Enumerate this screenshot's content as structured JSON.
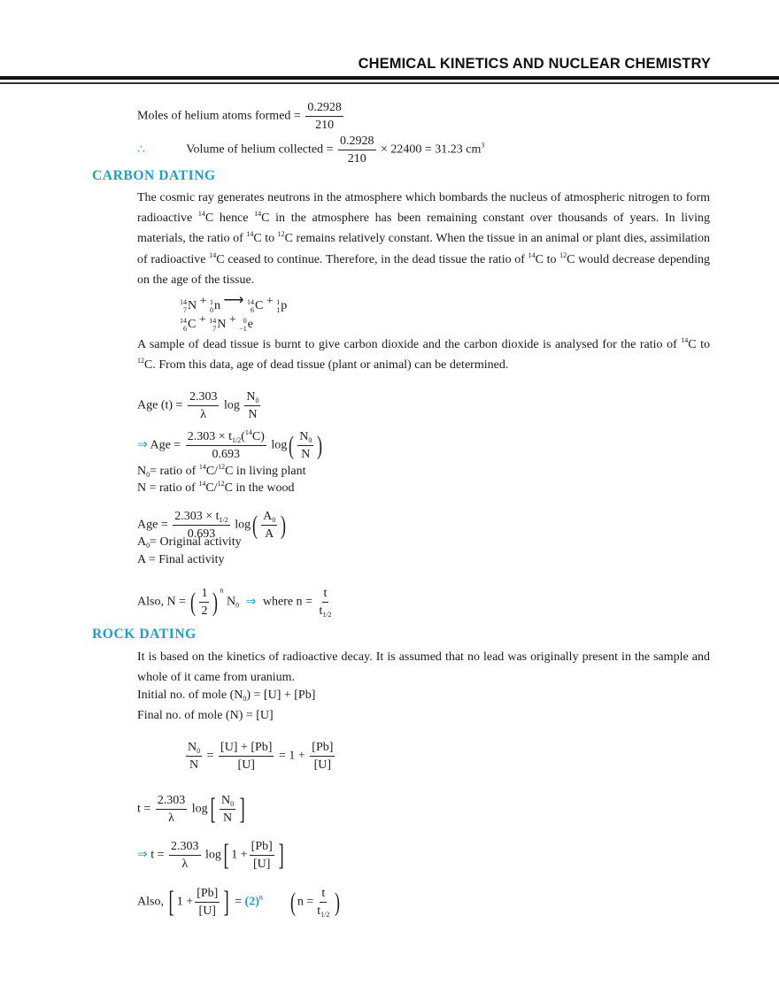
{
  "header": {
    "title": "CHEMICAL KINETICS AND NUCLEAR CHEMISTRY"
  },
  "top_calc": {
    "moles_label": "Moles of helium atoms formed =",
    "moles_num": "0.2928",
    "moles_den": "210",
    "therefore_symbol": "∴",
    "volume_label": "Volume of helium collected =",
    "volume_num": "0.2928",
    "volume_den": "210",
    "volume_tail": "× 22400 = 31.23 cm",
    "volume_unit_sup": "3"
  },
  "carbon_dating": {
    "heading": "CARBON DATING",
    "para1": {
      "t1": "The cosmic ray generates neutrons in the atmosphere which bombards the nucleus of atmospheric nitrogen to form radioactive ",
      "s1": "14",
      "t2": "C hence ",
      "s2": "14",
      "t3": "C in the atmosphere has been remaining constant over thousands of years. In living materials, the ratio of ",
      "s3": "14",
      "t4": "C to ",
      "s4": "12",
      "t5": "C remains relatively constant. When the tissue in an animal or plant dies, assimilation of radioactive ",
      "s5": "14",
      "t6": "C ceased to continue. Therefore, in the dead tissue the ratio of ",
      "s6": "14",
      "t7": "C to ",
      "s7": "12",
      "t8": "C would decrease depending on the age of the tissue."
    },
    "reaction1": {
      "a_mass": "14",
      "a_z": "7",
      "a_sym": "N",
      "plus1": "+",
      "b_mass": "1",
      "b_z": "0",
      "b_sym": "n",
      "arrow": "⟶",
      "c_mass": "14",
      "c_z": "6",
      "c_sym": "C",
      "plus2": "+",
      "d_mass": "1",
      "d_z": "1",
      "d_sym": "p"
    },
    "reaction2": {
      "a_mass": "14",
      "a_z": "6",
      "a_sym": "C",
      "plus1": "+",
      "b_mass": "14",
      "b_z": "7",
      "b_sym": "N",
      "plus2": "+",
      "c_mass": "0",
      "c_z": "−1",
      "c_sym": "e"
    },
    "para2": {
      "t1": "A sample of dead tissue is burnt to give carbon dioxide and the carbon dioxide is analysed for the ratio of ",
      "s1": "14",
      "t2": "C to ",
      "s2": "12",
      "t3": "C. From this data, age of dead tissue (plant or animal) can be determined."
    },
    "eq_age1": {
      "lhs": "Age (t) =",
      "num": "2.303",
      "den": "λ",
      "log": "log",
      "n0": "N",
      "n0_sub": "0",
      "n": "N"
    },
    "eq_age2": {
      "implies": "⇒",
      "lhs": "Age =",
      "num_a": "2.303 × t",
      "num_sub": "1/2",
      "num_b": "(",
      "num_sup": "14",
      "num_c": "C)",
      "den": "0.693",
      "log": "log",
      "n0": "N",
      "n0_sub": "0",
      "n": "N"
    },
    "def_n0": {
      "a": "N",
      "sub": "0",
      "b": "= ratio of ",
      "s1": "14",
      "c": "C/",
      "s2": "12",
      "d": "C in living plant"
    },
    "def_n": {
      "a": "N = ratio of ",
      "s1": "14",
      "c": "C/",
      "s2": "12",
      "d": "C in the wood"
    },
    "eq_age3": {
      "lhs": "Age =",
      "num_a": "2.303 × t",
      "num_sub": "1/2",
      "den": "0.693",
      "log": "log",
      "a0": "A",
      "a0_sub": "0",
      "a": "A"
    },
    "def_a0": {
      "a": "A",
      "sub": "0",
      "b": "= Original activity"
    },
    "def_a": {
      "text": "A = Final activity"
    },
    "eq_also": {
      "lhs": "Also, N =",
      "half_num": "1",
      "half_den": "2",
      "exp": "n",
      "n0": "N",
      "n0_sub": "0",
      "implies": "⇒",
      "where": "where n =",
      "t": "t",
      "t_half": "t",
      "t_half_sub": "1/2"
    }
  },
  "rock_dating": {
    "heading": "ROCK DATING",
    "para1": "It is based on the kinetics of radioactive decay. It is assumed that no lead was originally present in the sample and whole of it came from uranium.",
    "initial": {
      "a": "Initial no. of mole (N",
      "sub": "0",
      "b": ") = [U] + [Pb]"
    },
    "final": {
      "text": "Final no. of mole (N) = [U]"
    },
    "eq_ratio": {
      "n0": "N",
      "n0_sub": "0",
      "n": "N",
      "eq1": "=",
      "num": "[U] + [Pb]",
      "den": "[U]",
      "eq2": "= 1 +",
      "num2": "[Pb]",
      "den2": "[U]"
    },
    "eq_t1": {
      "lhs": "t =",
      "num": "2.303",
      "den": "λ",
      "log": "log",
      "n0": "N",
      "n0_sub": "0",
      "n": "N"
    },
    "eq_t2": {
      "implies": "⇒",
      "lhs": "t =",
      "num": "2.303",
      "den": "λ",
      "log": "log",
      "one_plus": "1 +",
      "pb": "[Pb]",
      "u": "[U]"
    },
    "eq_also": {
      "lhs": "Also,",
      "one_plus": "1 +",
      "pb": "[Pb]",
      "u": "[U]",
      "eq": "=",
      "two": "(2)",
      "exp": "n",
      "n_eq": "n =",
      "t": "t",
      "t_half": "t",
      "t_half_sub": "1/2"
    }
  },
  "colors": {
    "accent": "#1a9fc8",
    "text": "#1a1a1a"
  }
}
